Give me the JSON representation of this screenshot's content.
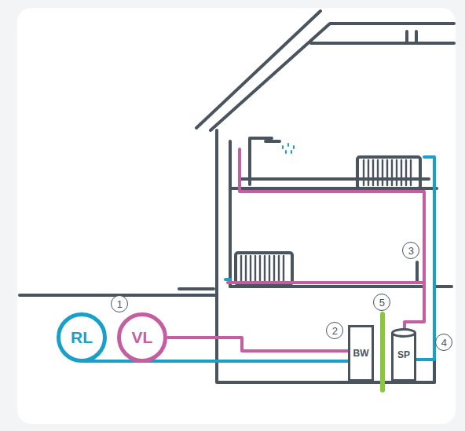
{
  "diagram": {
    "nodes": [
      {
        "text": [
          "RL"
        ]
      },
      {
        "text": [
          "VL"
        ]
      },
      {
        "text": [
          "BW"
        ]
      },
      {
        "text": [
          "SP"
        ]
      }
    ],
    "edges": [
      {
        "from": 1,
        "to": 2,
        "arrow": "none"
      },
      {
        "from": 0,
        "to": 2,
        "arrow": "none"
      }
    ],
    "labels": [
      "1",
      "2",
      "3",
      "4",
      "5"
    ]
  }
}
